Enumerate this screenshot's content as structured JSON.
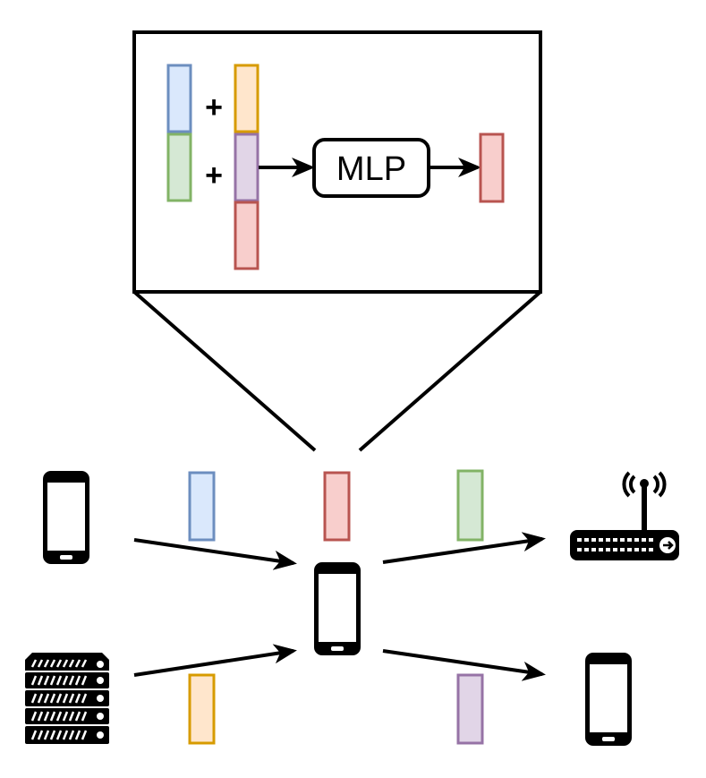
{
  "zoom_panel": {
    "plus_signs": [
      "+",
      "+"
    ],
    "mlp_label": "MLP"
  },
  "vector_colors": {
    "blue": {
      "fill": "#dae8fc",
      "stroke": "#6c8ebf"
    },
    "orange": {
      "fill": "#ffe6cc",
      "stroke": "#d79b00"
    },
    "green": {
      "fill": "#d5e8d4",
      "stroke": "#82b366"
    },
    "purple": {
      "fill": "#e1d5e7",
      "stroke": "#9673a6"
    },
    "red": {
      "fill": "#f8cecc",
      "stroke": "#b85450"
    }
  },
  "nodes": [
    {
      "id": "phone-top-left",
      "icon": "smartphone-icon"
    },
    {
      "id": "server-bottom-left",
      "icon": "server-rack-icon"
    },
    {
      "id": "phone-center",
      "icon": "smartphone-icon"
    },
    {
      "id": "router-top-right",
      "icon": "wifi-router-icon"
    },
    {
      "id": "phone-bottom-right",
      "icon": "smartphone-icon"
    }
  ]
}
